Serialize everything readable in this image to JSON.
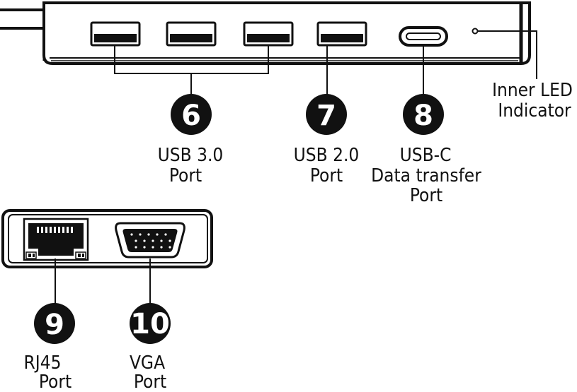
{
  "colors": {
    "ink": "#111111",
    "paper": "#ffffff"
  },
  "callouts": [
    {
      "id": "c6",
      "number": "6",
      "lines": [
        "USB 3.0",
        "Port"
      ]
    },
    {
      "id": "c7",
      "number": "7",
      "lines": [
        "USB 2.0",
        "Port"
      ]
    },
    {
      "id": "c8",
      "number": "8",
      "lines": [
        "USB-C",
        "Data transfer",
        "Port"
      ]
    },
    {
      "id": "led",
      "number": "",
      "lines": [
        "Inner LED",
        "Indicator"
      ]
    },
    {
      "id": "c9",
      "number": "9",
      "lines": [
        "RJ45",
        "Port"
      ]
    },
    {
      "id": "c10",
      "number": "10",
      "lines": [
        "VGA",
        "Port"
      ]
    }
  ],
  "icons": {
    "hub_body": "usb-hub-body-icon",
    "usb_a": "usb-a-port-icon",
    "usb_c": "usb-c-port-icon",
    "led": "led-indicator-icon",
    "rj45": "rj45-port-icon",
    "vga": "vga-port-icon"
  }
}
